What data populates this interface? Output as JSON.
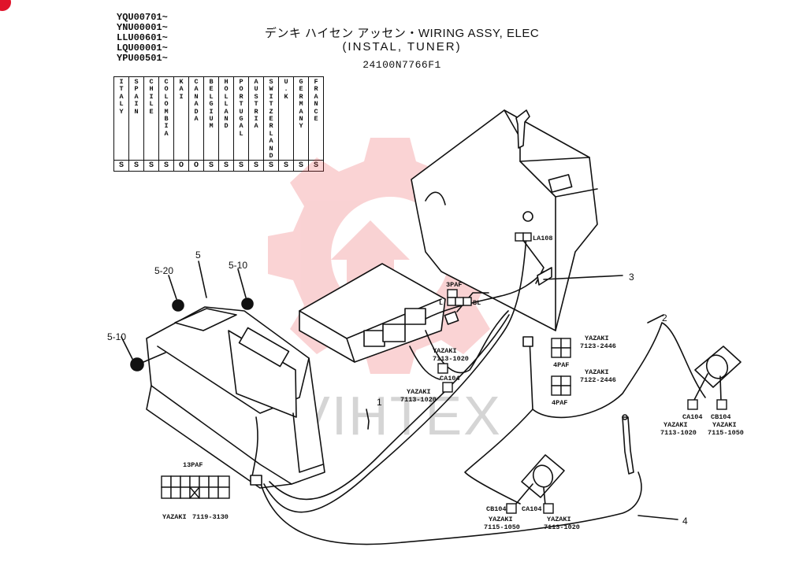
{
  "header": {
    "serials": [
      "YQU00701~",
      "YNU00001~",
      "LLU00601~",
      "LQU00001~",
      "YPU00501~"
    ],
    "title_line1": "デンキ ハイセン アッセン・WIRING ASSY, ELEC",
    "title_line2": "(INSTAL, TUNER)",
    "part_number": "24100N7766F1"
  },
  "country_table": {
    "countries": [
      "ITALY",
      "SPAIN",
      "CHILE",
      "COLOMBIA",
      "KAI",
      "CANADA",
      "BELGIUM",
      "HOLLAND",
      "PORTUGAL",
      "AUSTRIA",
      "SWITZERLAND",
      "U.K",
      "GERMANY",
      "FRANCE"
    ],
    "values": [
      "S",
      "S",
      "S",
      "S",
      "O",
      "O",
      "S",
      "S",
      "S",
      "S",
      "S",
      "S",
      "S",
      "S"
    ]
  },
  "callouts": {
    "n1": "1",
    "n2": "2",
    "n3": "3",
    "n4": "4",
    "n5": "5",
    "n5_10a": "5-10",
    "n5_10b": "5-10",
    "n5_20": "5-20"
  },
  "connectors": {
    "c3paf": "3PAF",
    "c3paf_L": "L",
    "c3paf_BL": "BL",
    "la108": "LA108",
    "c4paf_top": "4PAF",
    "c4paf_bottom": "4PAF",
    "c13paf": "13PAF",
    "yazaki_7113_1020_a": "YAZAKI",
    "yazaki_7113_1020_a_pn": "7113-1020",
    "yazaki_7113_1020_b": "YAZAKI",
    "yazaki_7113_1020_b_pn": "7113-1020",
    "yazaki_7123_2446": "YAZAKI",
    "yazaki_7123_2446_pn": "7123-2446",
    "yazaki_7122_2446": "YAZAKI",
    "yazaki_7122_2446_pn": "7122-2446",
    "yazaki_spk_r_1": "YAZAKI",
    "yazaki_spk_r_1_pn": "7113-1020",
    "yazaki_spk_r_2": "YAZAKI",
    "yazaki_spk_r_2_pn": "7115-1050",
    "yazaki_spk_b_1": "YAZAKI",
    "yazaki_spk_b_1_pn": "7115-1050",
    "yazaki_spk_b_2": "YAZAKI",
    "yazaki_spk_b_2_pn": "7113-1020",
    "yazaki_13paf": "YAZAKI",
    "yazaki_13paf_pn": "7119-3130",
    "ca104": "CA104",
    "cb104": "CB104"
  },
  "watermark": {
    "text": "VIHTEX",
    "color": "#e8383d"
  },
  "colors": {
    "line": "#111111",
    "watermark_red": "#e8383d",
    "badge": "#e0142b"
  }
}
